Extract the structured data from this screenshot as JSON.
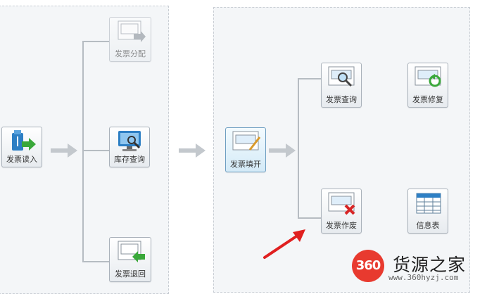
{
  "left": {
    "tiles": [
      {
        "id": "read",
        "label": "发票读入"
      },
      {
        "id": "distribute",
        "label": "发票分配"
      },
      {
        "id": "inventory",
        "label": "库存查询"
      },
      {
        "id": "return",
        "label": "发票退回"
      }
    ]
  },
  "right": {
    "tiles": [
      {
        "id": "fill",
        "label": "发票填开"
      },
      {
        "id": "query",
        "label": "发票查询"
      },
      {
        "id": "repair",
        "label": "发票修复"
      },
      {
        "id": "void",
        "label": "发票作废"
      },
      {
        "id": "info",
        "label": "信息表"
      }
    ]
  },
  "watermark": {
    "badge": "360",
    "name": "货源之家",
    "url": "www.360hyzj.com"
  },
  "colors": {
    "connector": "#b6bcc2",
    "accent_green": "#3aa83a",
    "accent_blue": "#2d7fc4",
    "annotation_arrow": "#e02020",
    "brand_red": "#e83a2f"
  }
}
